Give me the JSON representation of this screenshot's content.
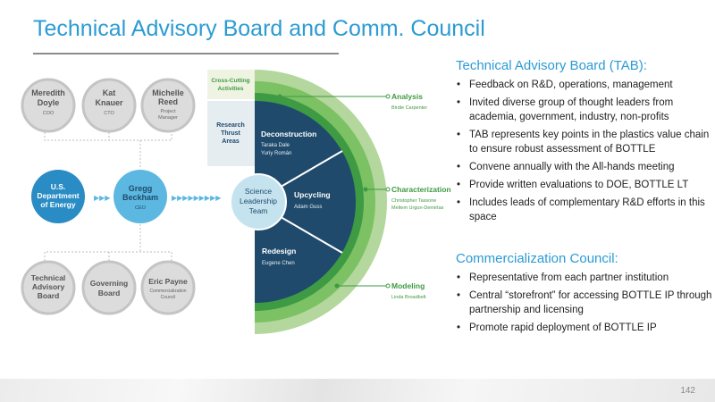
{
  "title": "Technical Advisory Board and Comm. Council",
  "org": {
    "top": [
      {
        "name1": "Meredith",
        "name2": "Doyle",
        "role1": "COO",
        "role2": ""
      },
      {
        "name1": "Kat",
        "name2": "Knauer",
        "role1": "CTO",
        "role2": ""
      },
      {
        "name1": "Michelle",
        "name2": "Reed",
        "role1": "Project",
        "role2": "Manager"
      }
    ],
    "doe": [
      "U.S.",
      "Department",
      "of Energy"
    ],
    "ceo": {
      "name1": "Gregg",
      "name2": "Beckham",
      "role": "CEO"
    },
    "bottom": [
      {
        "l1": "Technical",
        "l2": "Advisory",
        "l3": "Board"
      },
      {
        "l1": "Governing",
        "l2": "Board"
      },
      {
        "l1": "Eric Payne",
        "r1": "Commercialization",
        "r2": "Council"
      }
    ]
  },
  "wheel": {
    "cross_cutting": [
      "Cross-Cutting",
      "Activities"
    ],
    "research": [
      "Research",
      "Thrust",
      "Areas"
    ],
    "slt": [
      "Science",
      "Leadership",
      "Team"
    ],
    "thrusts": [
      {
        "name": "Deconstruction",
        "leads": [
          "Taraka Dale",
          "Yuriy Román"
        ]
      },
      {
        "name": "Upcycling",
        "leads": [
          "Adam Guss"
        ]
      },
      {
        "name": "Redesign",
        "leads": [
          "Eugene Chen"
        ]
      }
    ],
    "activities": [
      {
        "name": "Analysis",
        "leads": [
          "Birdie Carpenter"
        ]
      },
      {
        "name": "Characterization",
        "leads": [
          "Christopher Tassone",
          "Meltem Urgun-Demirtas"
        ]
      },
      {
        "name": "Modeling",
        "leads": [
          "Linda Broadbelt"
        ]
      }
    ]
  },
  "tab": {
    "heading": "Technical Advisory Board (TAB):",
    "bullets": [
      "Feedback on R&D, operations, management",
      "Invited diverse group of thought leaders from academia, government, industry, non-profits",
      "TAB represents key points in the plastics value chain to ensure robust assessment of BOTTLE",
      "Convene annually with the All-hands meeting",
      "Provide written evaluations to DOE, BOTTLE LT",
      "Includes leads of complementary R&D efforts in this space"
    ]
  },
  "cc": {
    "heading": "Commercialization Council:",
    "bullets": [
      "Representative from each partner institution",
      "Central “storefront” for accessing BOTTLE IP through partnership and licensing",
      "Promote rapid deployment of BOTTLE IP"
    ]
  },
  "page_number": "142",
  "colors": {
    "accent": "#2b9bd3",
    "navy": "#1f4a6c",
    "green": "#3e9a43",
    "doe": "#2a8cc4",
    "ceo": "#5cb8e0"
  }
}
